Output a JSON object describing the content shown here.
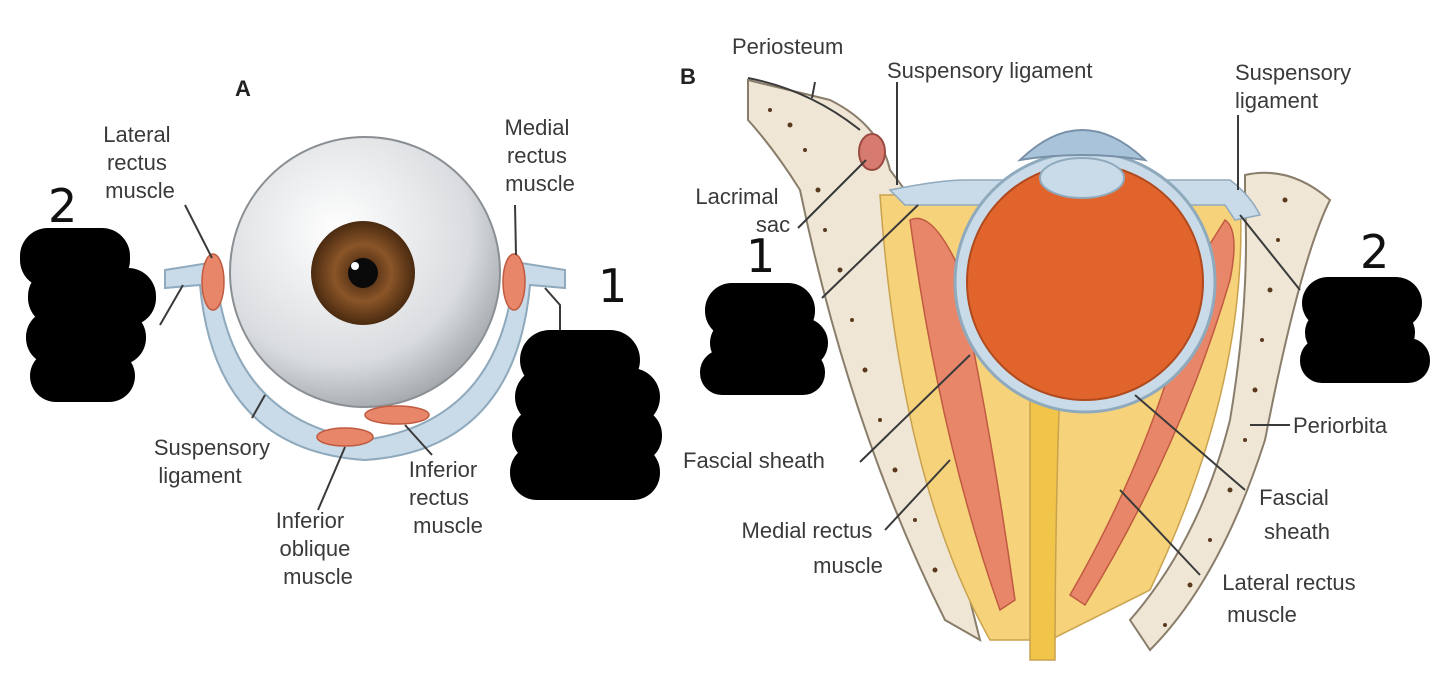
{
  "panel_a": {
    "letter": "A",
    "labels": {
      "lateral_rectus": [
        "Lateral",
        "rectus",
        "muscle"
      ],
      "medial_rectus": [
        "Medial",
        "rectus",
        "muscle"
      ],
      "suspensory": [
        "Suspensory",
        "ligament"
      ],
      "inferior_oblique": [
        "Inferior",
        "oblique",
        "muscle"
      ],
      "inferior_rectus": [
        "Inferior",
        "rectus",
        "muscle"
      ]
    },
    "handwritten": {
      "left": "2",
      "right": "1"
    }
  },
  "panel_b": {
    "letter": "B",
    "labels": {
      "periosteum": "Periosteum",
      "suspensory_center": "Suspensory ligament",
      "suspensory_right": [
        "Suspensory",
        "ligament"
      ],
      "lacrimal": [
        "Lacrimal",
        "sac"
      ],
      "periorbita": "Periorbita",
      "fascial_left": "Fascial sheath",
      "fascial_right": [
        "Fascial",
        "sheath"
      ],
      "medial_rectus": [
        "Medial rectus",
        "muscle"
      ],
      "lateral_rectus": [
        "Lateral rectus",
        "muscle"
      ]
    },
    "handwritten": {
      "left": "1",
      "right": "2"
    }
  },
  "colors": {
    "ligament": "#c9dbe8",
    "muscle": "#e8866a",
    "fat": "#f6d27a",
    "globe": "#e0642c",
    "bone": "#efe6d6",
    "redaction": "#000000"
  }
}
